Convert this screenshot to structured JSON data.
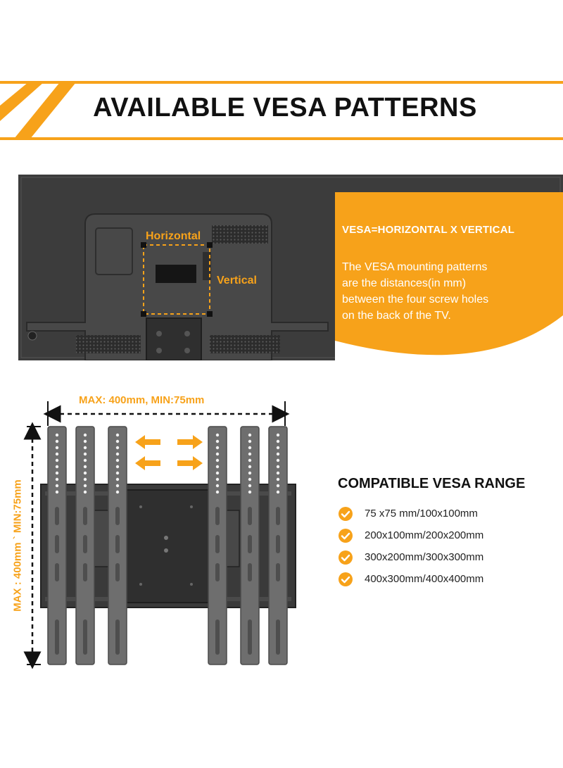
{
  "title": "AVAILABLE VESA PATTERNS",
  "colors": {
    "accent": "#f7a21a",
    "panel": "#3a3a3a",
    "bar": "#6e6e6e"
  },
  "tv": {
    "horizontal_label": "Horizontal",
    "vertical_label": "Vertical"
  },
  "info": {
    "heading": "VESA=HORIZONTAL X VERTICAL",
    "lines": [
      "The VESA mounting patterns",
      "are the distances(in mm)",
      "between the four screw holes",
      "on the back of the TV."
    ]
  },
  "mount": {
    "width_label": "MAX: 400mm, MIN:75mm",
    "height_label": "MAX : 400mm ` MIN:75mm"
  },
  "range": {
    "heading": "COMPATIBLE VESA RANGE",
    "icon": "check-circle-icon",
    "items": [
      "75  x75   mm/100x100mm",
      "200x100mm/200x200mm",
      "300x200mm/300x300mm",
      "400x300mm/400x400mm"
    ]
  }
}
